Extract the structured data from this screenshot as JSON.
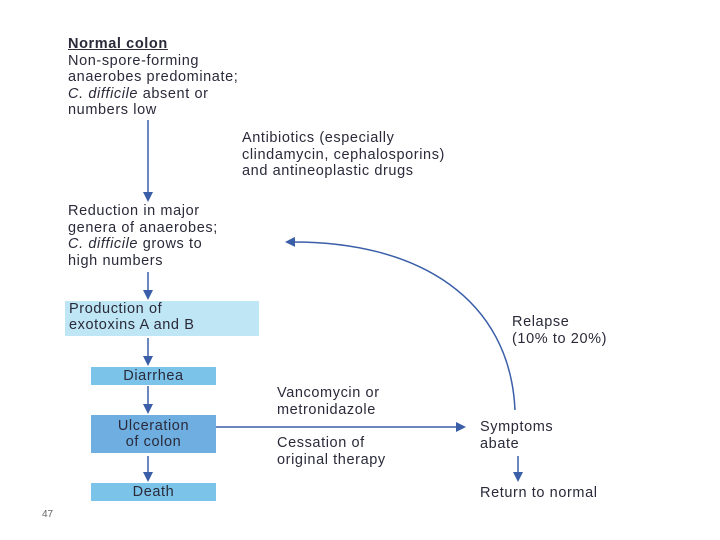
{
  "diagram": {
    "normal_colon": {
      "title": "Normal colon",
      "lines": [
        "Non-spore-forming",
        "anaerobes predominate;",
        "C. difficile absent or",
        "numbers low"
      ]
    },
    "antibiotics": {
      "lines": [
        "Antibiotics (especially",
        "clindamycin, cephalosporins)",
        "and antineoplastic drugs"
      ]
    },
    "reduction": {
      "lines": [
        "Reduction in major",
        "genera of anaerobes;",
        "C. difficile grows to",
        "high numbers"
      ]
    },
    "production": {
      "lines": [
        "Production of",
        "exotoxins A and B"
      ]
    },
    "diarrhea": "Diarrhea",
    "ulceration": {
      "lines": [
        "Ulceration",
        "of colon"
      ]
    },
    "death": "Death",
    "treatment": {
      "lines": [
        "Vancomycin or",
        "metronidazole"
      ]
    },
    "cessation": {
      "lines": [
        "Cessation of",
        "original therapy"
      ]
    },
    "symptoms": {
      "lines": [
        "Symptoms",
        "abate"
      ]
    },
    "relapse": {
      "lines": [
        "Relapse",
        "(10% to 20%)"
      ]
    },
    "return_normal": "Return to normal"
  },
  "slide_number": "47",
  "colors": {
    "arrow": "#3a5fa8",
    "box_light": "#bfe6f4",
    "box_mid": "#7cc3ea",
    "box_dark": "#6eaee0"
  }
}
